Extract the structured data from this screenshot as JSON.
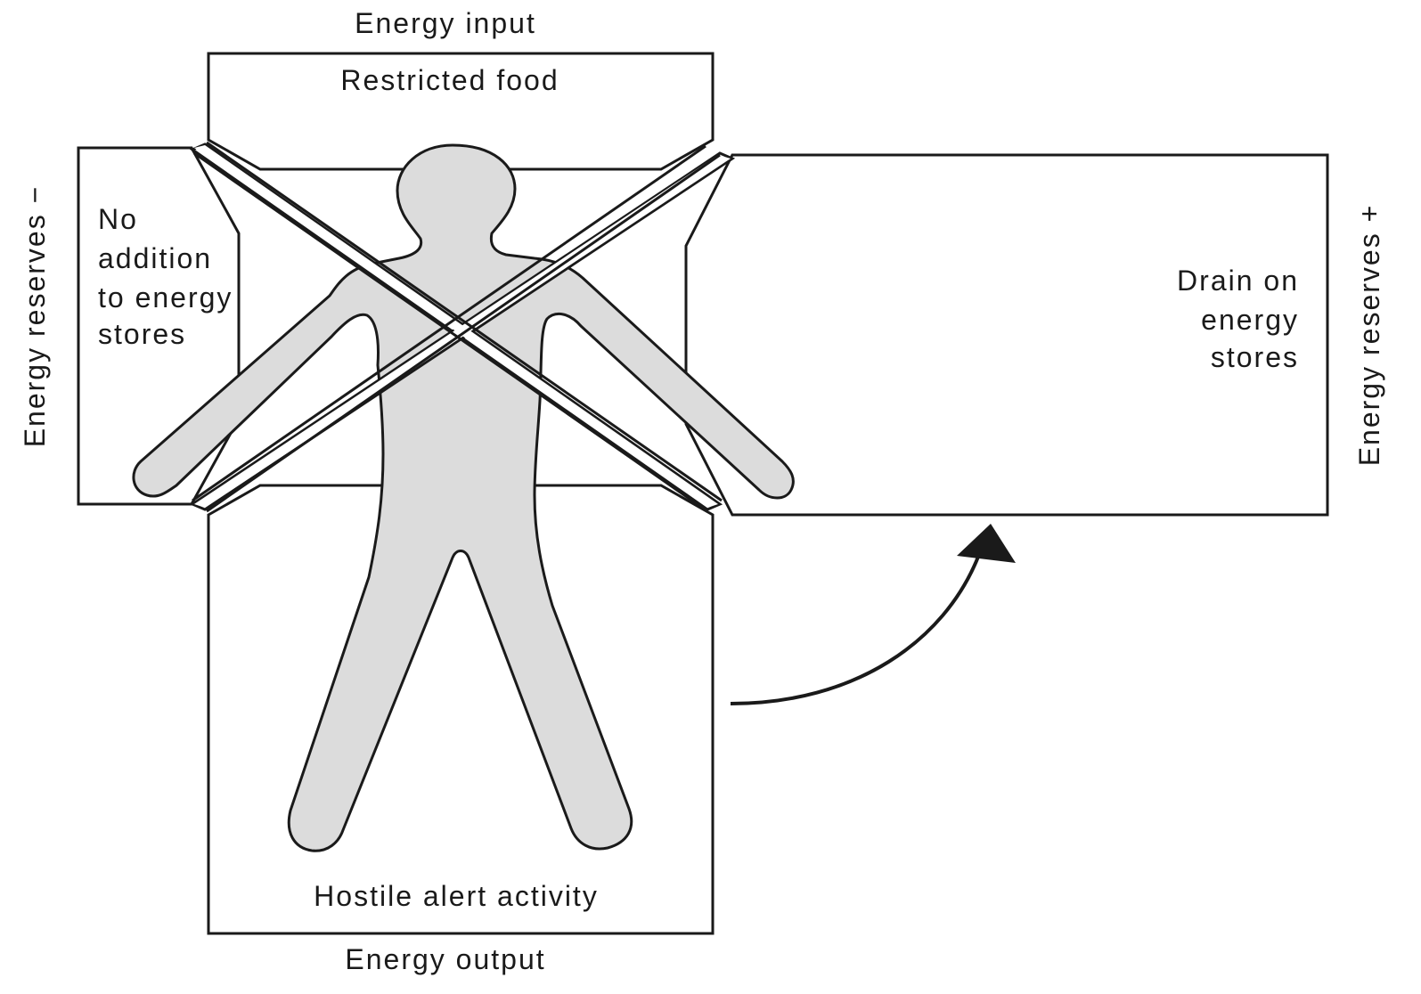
{
  "labels": {
    "energy_input": "Energy input",
    "energy_output": "Energy output",
    "reserves_minus": "Energy reserves −",
    "reserves_plus": "Energy reserves +"
  },
  "boxes": {
    "top": "Restricted food",
    "bottom": "Hostile alert activity",
    "left_lines": [
      "No",
      "addition",
      "to energy",
      "stores"
    ],
    "right_lines": [
      "Drain on",
      "energy",
      "stores"
    ]
  },
  "colors": {
    "ink": "#1a1a1a",
    "figure_fill": "#dcdcdc",
    "background": "#ffffff"
  },
  "icons": {
    "figure": "human-figure",
    "cross": "cross-out-mark",
    "arrow": "curved-arrow"
  }
}
